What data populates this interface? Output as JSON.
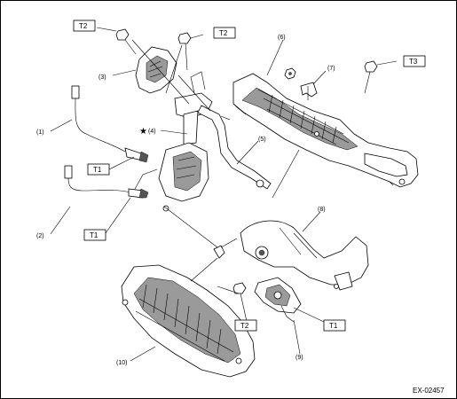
{
  "diagram": {
    "figure_code": "EX-02457",
    "callouts": [
      {
        "id": "c1",
        "text": "(1)"
      },
      {
        "id": "c2",
        "text": "(2)"
      },
      {
        "id": "c3",
        "text": "(3)"
      },
      {
        "id": "c4",
        "text": "(4)"
      },
      {
        "id": "c5",
        "text": "(5)"
      },
      {
        "id": "c6",
        "text": "(6)"
      },
      {
        "id": "c7",
        "text": "(7)"
      },
      {
        "id": "c8",
        "text": "(8)"
      },
      {
        "id": "c9",
        "text": "(9)"
      },
      {
        "id": "c10",
        "text": "(10)"
      }
    ],
    "torque_labels": [
      {
        "id": "t2a",
        "text": "T2"
      },
      {
        "id": "t2b",
        "text": "T2"
      },
      {
        "id": "t3",
        "text": "T3"
      },
      {
        "id": "t1a",
        "text": "T1"
      },
      {
        "id": "t1b",
        "text": "T1"
      },
      {
        "id": "t2c",
        "text": "T2"
      },
      {
        "id": "t1c",
        "text": "T1"
      }
    ],
    "star_symbol": "★"
  }
}
